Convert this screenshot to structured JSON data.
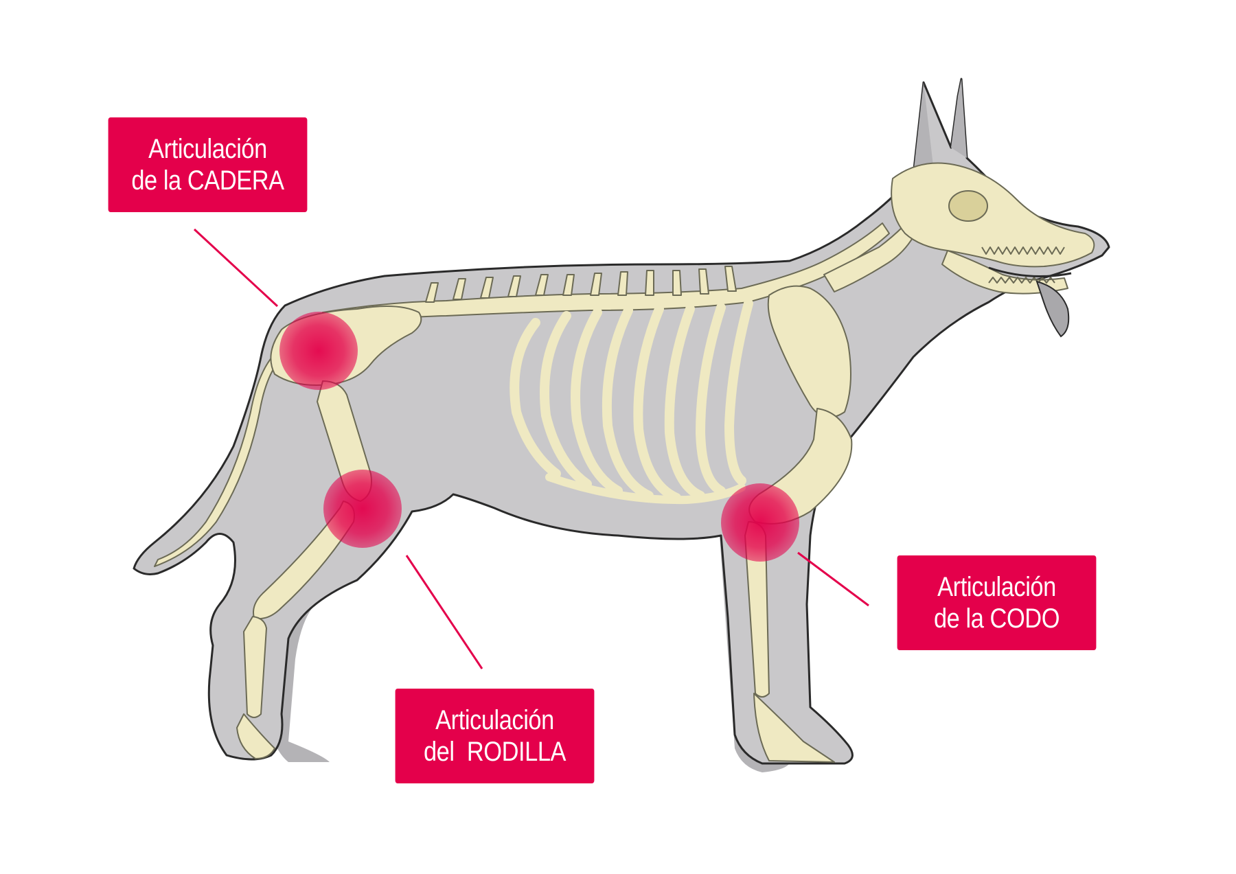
{
  "colors": {
    "background": "#ffffff",
    "dog_body": "#c9c8ca",
    "dog_body_shadow": "#b4b3b6",
    "outline": "#2a2a2a",
    "bone": "#efe9c2",
    "bone_shade": "#d9d09a",
    "joint_highlight": "#e4004b",
    "callout_fill": "#e4004b",
    "callout_text": "#ffffff"
  },
  "callouts": {
    "hip": {
      "line1": "Articulación",
      "line2": "de la CADERA"
    },
    "knee": {
      "line1": "Articulación",
      "line2": "del  RODILLA"
    },
    "elbow": {
      "line1": "Articulación",
      "line2": "de la CODO"
    }
  }
}
